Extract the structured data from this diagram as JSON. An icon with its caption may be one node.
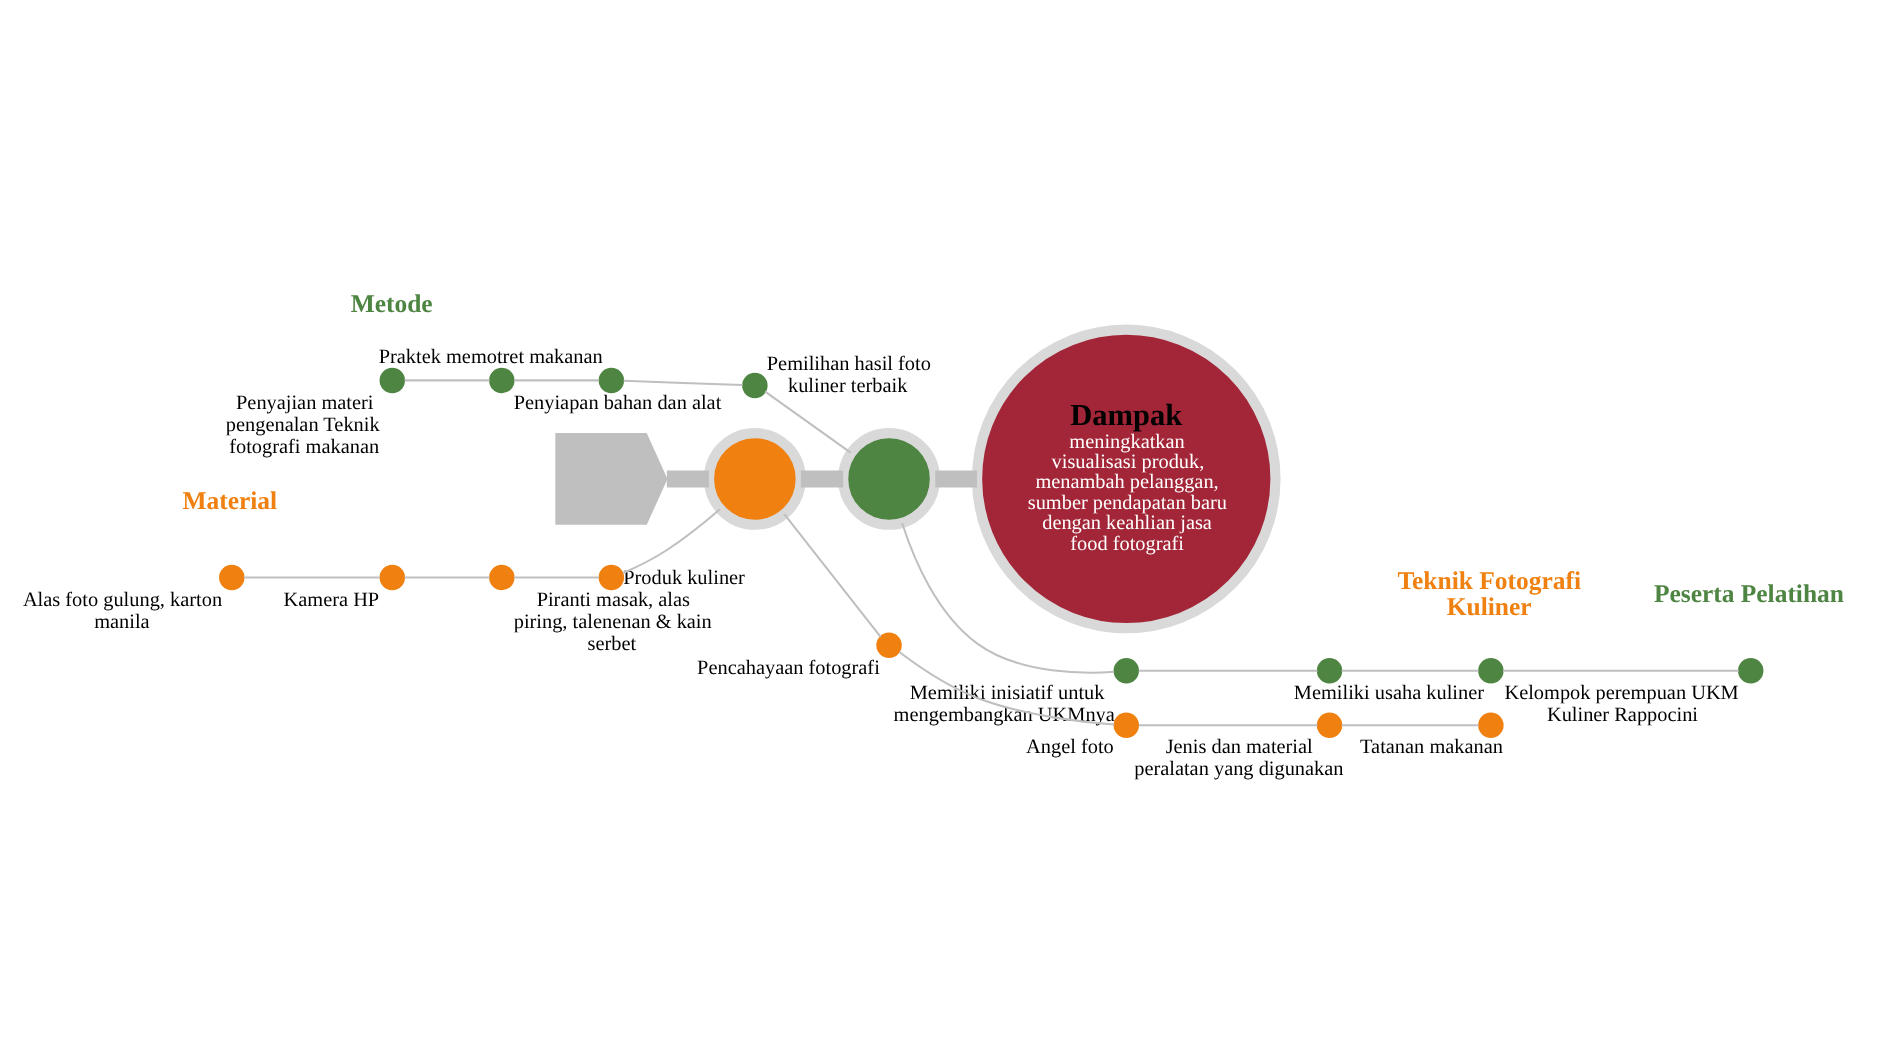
{
  "diagram": {
    "nodes": [
      {
        "text": [],
        "shape": "chevron"
      },
      {
        "text": [],
        "shape": "circle"
      },
      {
        "text": [],
        "shape": "circle"
      },
      {
        "text": [
          "Dampak",
          "meningkatkan visualisasi produk, menambah pelanggan, sumber pendapatan baru dengan keahlian jasa food fotografi"
        ]
      },
      {
        "text": [],
        "shape": "circle",
        "beside": [
          "Alas foto gulung, karton manila"
        ]
      },
      {
        "text": [],
        "shape": "circle",
        "beside": [
          "Kamera HP"
        ]
      },
      {
        "text": [],
        "shape": "circle",
        "beside": [
          "Piranti masak, alas piring, talenenan & kain serbet"
        ]
      },
      {
        "text": [],
        "shape": "circle",
        "beside": [
          "Produk kuliner"
        ]
      },
      {
        "text": [],
        "shape": "circle",
        "beside": [
          "Pencahayaan fotografi"
        ]
      },
      {
        "text": [],
        "shape": "circle",
        "beside": [
          "Angel foto"
        ]
      },
      {
        "text": [],
        "shape": "circle",
        "beside": [
          "Jenis dan material peralatan yang digunakan"
        ]
      },
      {
        "text": [],
        "shape": "circle",
        "beside": [
          "Tatanan makanan"
        ]
      },
      {
        "text": [],
        "shape": "circle",
        "beside": [
          "Penyajian materi pengenalan Teknik fotografi makanan"
        ]
      },
      {
        "text": [],
        "shape": "circle",
        "beside": [
          "Penyiapan bahan dan alat"
        ]
      },
      {
        "text": [],
        "shape": "circle",
        "beside": [
          "Praktek memotret makanan"
        ]
      },
      {
        "text": [],
        "shape": "circle",
        "beside": [
          "Pemilihan hasil foto kuliner terbaik"
        ]
      },
      {
        "text": [],
        "shape": "circle",
        "beside": [
          "Memiliki inisiatif untuk mengembangkan UKMnya"
        ]
      },
      {
        "text": [],
        "shape": "circle"
      },
      {
        "text": [],
        "shape": "circle",
        "beside": [
          "Memiliki usaha kuliner"
        ]
      },
      {
        "text": [],
        "shape": "circle",
        "beside": [
          "Kelompok perempuan UKM Kuliner Rappocini"
        ]
      }
    ],
    "edges": [
      {
        "from": 0,
        "to": 1,
        "arrow": "none",
        "style": "thick"
      },
      {
        "from": 1,
        "to": 2,
        "arrow": "none",
        "style": "thick"
      },
      {
        "from": 2,
        "to": 3,
        "arrow": "none",
        "style": "thick"
      },
      {
        "from": 4,
        "to": 5,
        "arrow": "none"
      },
      {
        "from": 5,
        "to": 6,
        "arrow": "none"
      },
      {
        "from": 6,
        "to": 7,
        "arrow": "none"
      },
      {
        "from": 7,
        "to": 1,
        "arrow": "none"
      },
      {
        "from": 1,
        "to": 8,
        "arrow": "none"
      },
      {
        "from": 8,
        "to": 9,
        "arrow": "none"
      },
      {
        "from": 9,
        "to": 10,
        "arrow": "none"
      },
      {
        "from": 10,
        "to": 11,
        "arrow": "none"
      },
      {
        "from": 12,
        "to": 13,
        "arrow": "none"
      },
      {
        "from": 13,
        "to": 14,
        "arrow": "none"
      },
      {
        "from": 14,
        "to": 15,
        "arrow": "none"
      },
      {
        "from": 15,
        "to": 2,
        "arrow": "none"
      },
      {
        "from": 2,
        "to": 16,
        "arrow": "none"
      },
      {
        "from": 16,
        "to": 17,
        "arrow": "none"
      },
      {
        "from": 17,
        "to": 18,
        "arrow": "none"
      },
      {
        "from": 18,
        "to": 19,
        "arrow": "none"
      }
    ],
    "labels": [
      "Material",
      "Metode",
      "Teknik Fotografi Kuliner",
      "Peserta Pelatihan"
    ]
  }
}
